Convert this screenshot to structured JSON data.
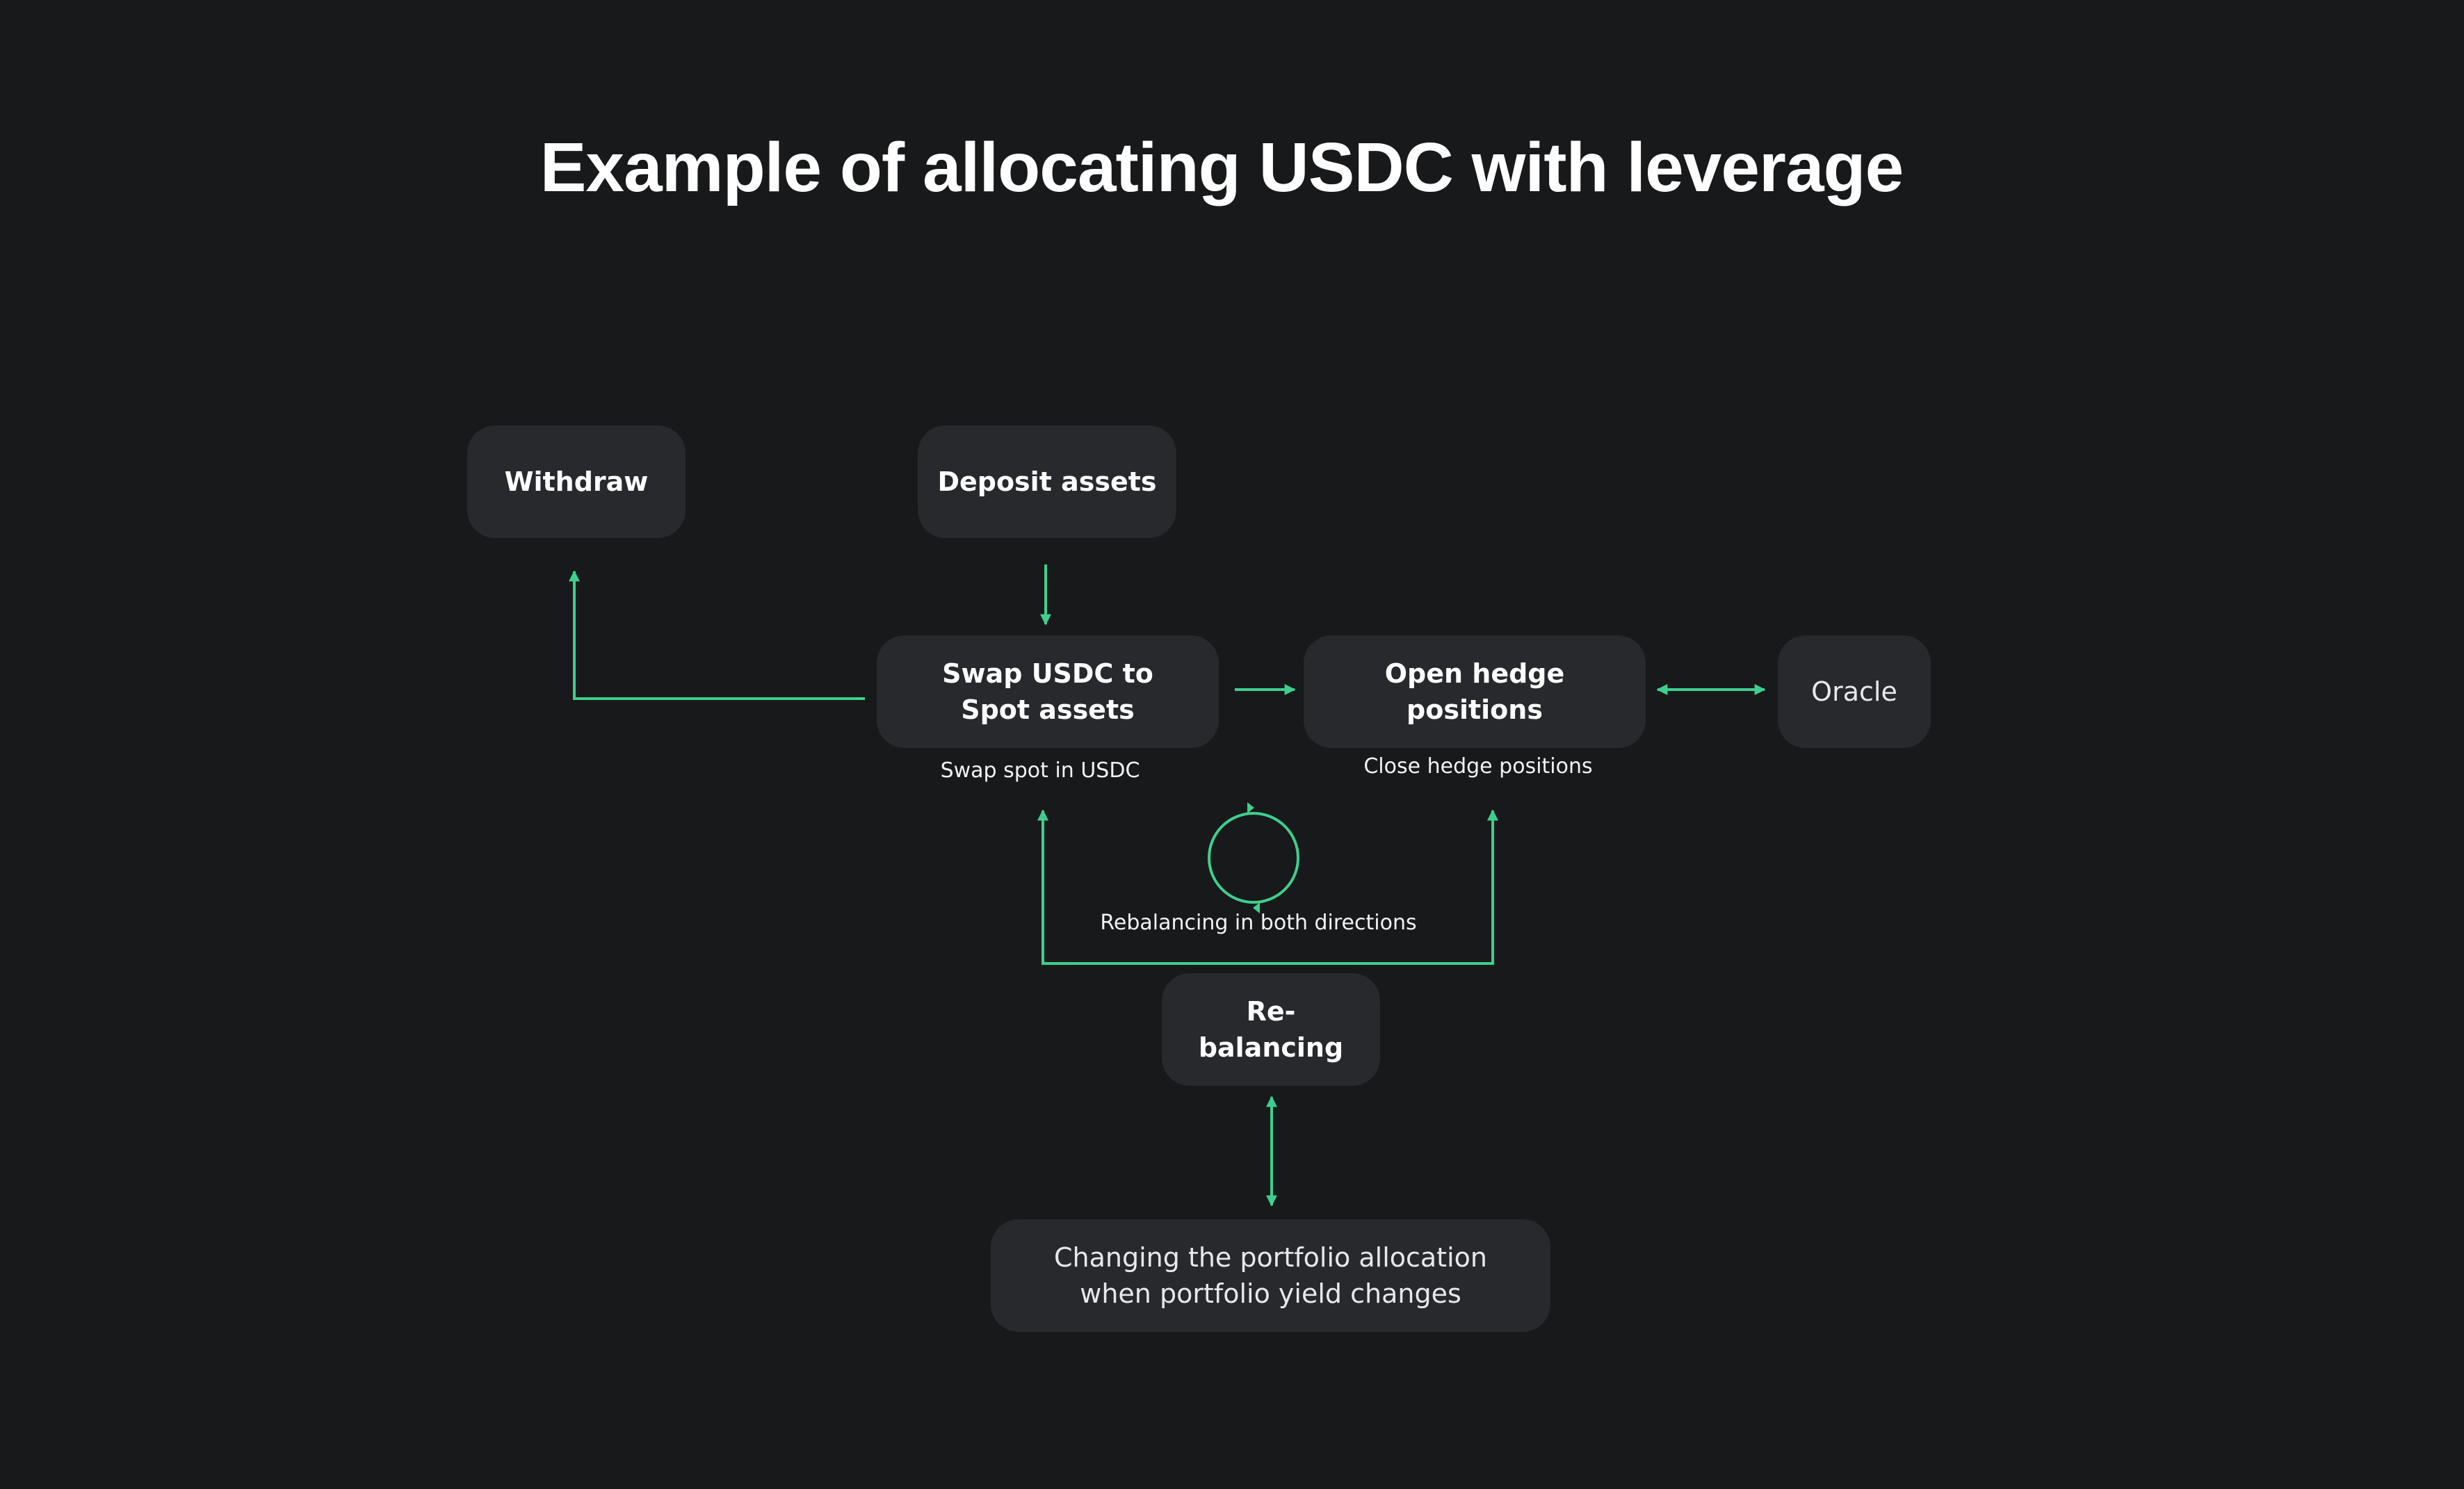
{
  "title": "Example of allocating USDC with leverage",
  "colors": {
    "background": "#18191b",
    "node_fill": "#27292d",
    "connector": "#3ecf8e",
    "text": "#ffffff"
  },
  "nodes": {
    "withdraw": "Withdraw",
    "deposit": "Deposit assets",
    "swap": "Swap USDC to Spot assets",
    "hedge": "Open hedge positions",
    "oracle": "Oracle",
    "rebalancing": "Re-balancing",
    "portfolio": "Changing the portfolio allocation when portfolio yield changes"
  },
  "captions": {
    "swap": "Swap spot in USDC",
    "hedge": "Close hedge positions",
    "cycle": "Rebalancing in both directions"
  },
  "connections": [
    {
      "from": "deposit",
      "to": "swap",
      "direction": "forward"
    },
    {
      "from": "swap",
      "to": "withdraw",
      "direction": "forward"
    },
    {
      "from": "swap",
      "to": "hedge",
      "direction": "forward"
    },
    {
      "from": "hedge",
      "to": "oracle",
      "direction": "both"
    },
    {
      "from": "rebalancing",
      "to": "swap",
      "direction": "forward"
    },
    {
      "from": "rebalancing",
      "to": "hedge",
      "direction": "forward"
    },
    {
      "from": "rebalancing",
      "to": "portfolio",
      "direction": "both"
    }
  ]
}
